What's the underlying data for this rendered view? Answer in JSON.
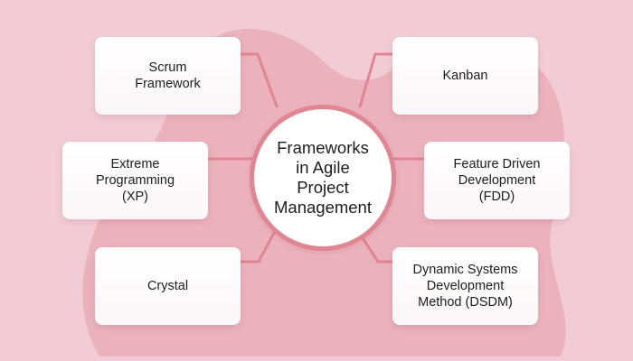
{
  "center": {
    "label": "Frameworks\nin Agile\nProject\nManagement"
  },
  "frameworks": [
    "Scrum\nFramework",
    "Kanban",
    "Extreme\nProgramming\n(XP)",
    "Feature Driven\nDevelopment\n(FDD)",
    "Crystal",
    "Dynamic Systems\nDevelopment\nMethod (DSDM)"
  ],
  "colors": {
    "background": "#f2ccd4",
    "blob": "#ebb2bd",
    "connector": "#e08591",
    "card": "#ffffff",
    "text": "#1d1d1d"
  }
}
